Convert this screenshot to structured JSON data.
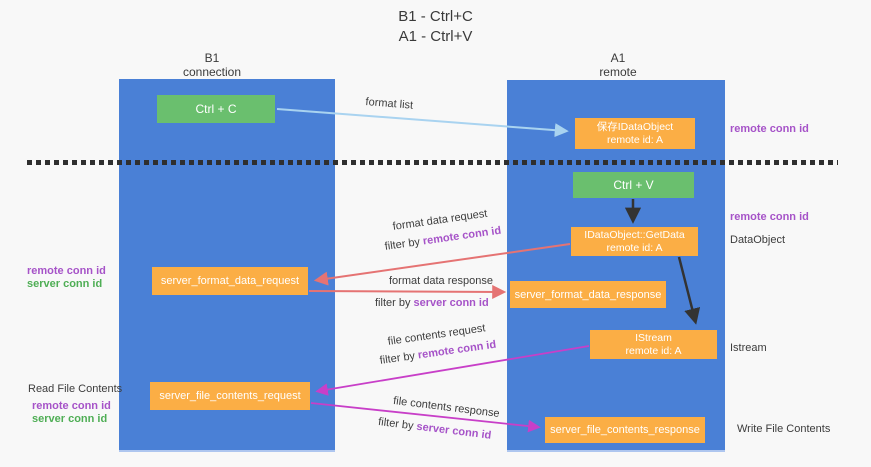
{
  "title": {
    "line1": "B1 - Ctrl+C",
    "line2": "A1 - Ctrl+V"
  },
  "columns": {
    "left": {
      "name": "B1",
      "subtitle": "connection"
    },
    "right": {
      "name": "A1",
      "subtitle": "remote"
    }
  },
  "nodes": {
    "ctrl_c": "Ctrl + C",
    "ctrl_v": "Ctrl + V",
    "save_idataobject": {
      "line1": "保存IDataObject",
      "line2": "remote id: A"
    },
    "getdata": {
      "line1": "IDataObject::GetData",
      "line2": "remote id: A"
    },
    "istream": {
      "line1": "IStream",
      "line2": "remote id: A"
    },
    "format_request": "server_format_data_request",
    "format_response": "server_format_data_response",
    "file_request": "server_file_contents_request",
    "file_response": "server_file_contents_response"
  },
  "side_labels": {
    "right_top_conn": "remote conn id",
    "right_mid_conn": "remote conn id",
    "right_dataobject": "DataObject",
    "right_istream": "Istream",
    "right_write_file": "Write File Contents",
    "left_remote_conn_1": "remote conn id",
    "left_server_conn_1": "server conn id",
    "left_read_file": "Read File Contents",
    "left_remote_conn_2": "remote conn id",
    "left_server_conn_2": "server conn id"
  },
  "arrow_labels": {
    "format_list": "format list",
    "format_data_request": "format data request",
    "format_data_request_filter": "filter by ",
    "format_data_request_key": "remote conn id",
    "format_data_response": "format data response",
    "format_data_response_filter": "filter by ",
    "format_data_response_key": "server conn id",
    "file_contents_request": "file contents request",
    "file_contents_request_filter": "filter by ",
    "file_contents_request_key": "remote conn id",
    "file_contents_response": "file contents response",
    "file_contents_response_filter": "filter by ",
    "file_contents_response_key": "server conn id"
  },
  "colors": {
    "column_blue": "#4a80d6",
    "node_green": "#6abf6e",
    "node_orange": "#fbae45",
    "arrow_light_blue": "#a9d3f0",
    "arrow_black": "#333333",
    "arrow_salmon": "#e57373",
    "arrow_magenta": "#c83fc8",
    "label_purple": "#a653c8",
    "label_green": "#4fae55"
  }
}
